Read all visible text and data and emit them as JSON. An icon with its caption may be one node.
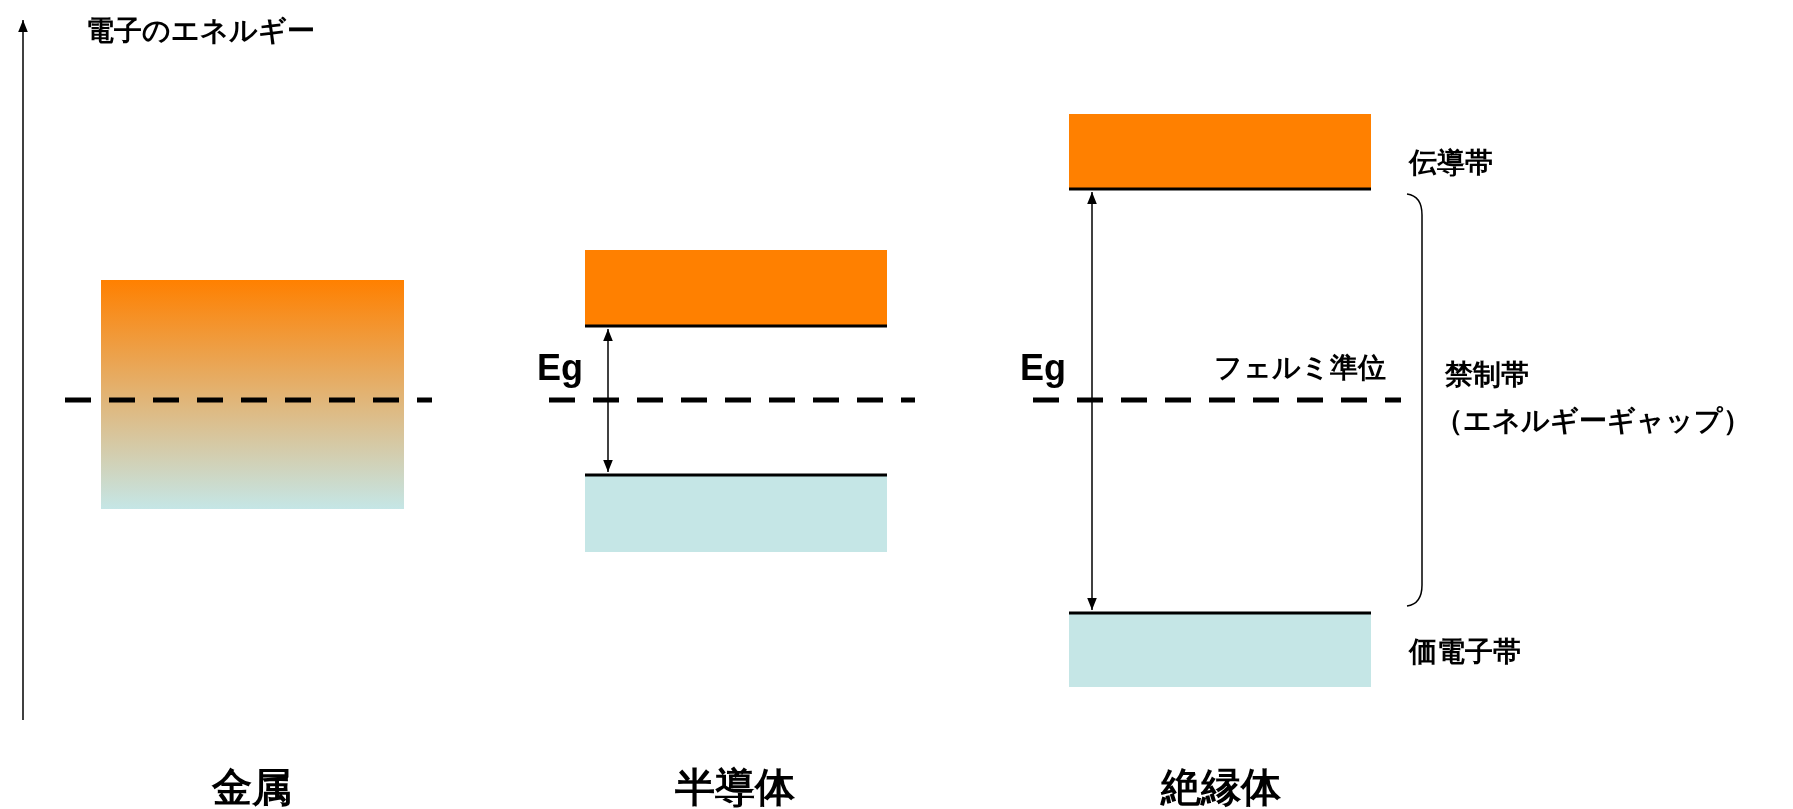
{
  "diagram": {
    "labels": [
      "電子のエネルギー",
      "Eg",
      "Eg",
      "フェルミ準位",
      "伝導帯",
      "禁制帯",
      "（エネルギーギャップ）",
      "価電子帯",
      "金属",
      "半導体",
      "絶縁体"
    ]
  }
}
